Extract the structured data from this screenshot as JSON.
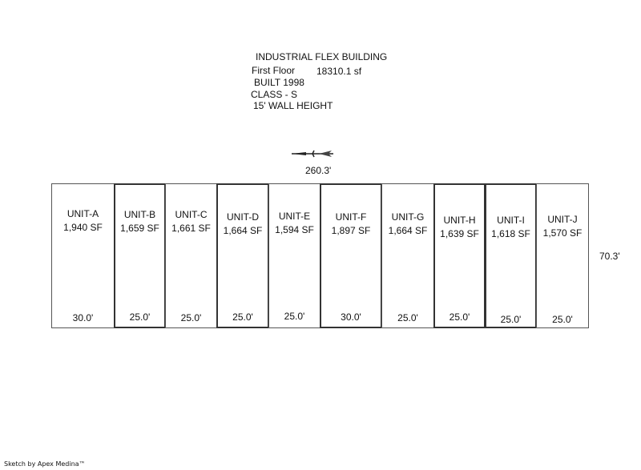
{
  "header": {
    "title": "INDUSTRIAL FLEX BUILDING",
    "floor_label": "First Floor",
    "floor_area": "18310.1 sf",
    "built": "BUILT 1998",
    "class": "CLASS - S",
    "wall_height": "15' WALL HEIGHT"
  },
  "dimensions": {
    "overall_width": "260.3'",
    "overall_depth": "70.3'"
  },
  "units": [
    {
      "name": "UNIT-A",
      "area": "1,940 SF",
      "width": "30.0'"
    },
    {
      "name": "UNIT-B",
      "area": "1,659 SF",
      "width": "25.0'"
    },
    {
      "name": "UNIT-C",
      "area": "1,661 SF",
      "width": "25.0'"
    },
    {
      "name": "UNIT-D",
      "area": "1,664 SF",
      "width": "25.0'"
    },
    {
      "name": "UNIT-E",
      "area": "1,594 SF",
      "width": "25.0'"
    },
    {
      "name": "UNIT-F",
      "area": "1,897 SF",
      "width": "30.0'"
    },
    {
      "name": "UNIT-G",
      "area": "1,664 SF",
      "width": "25.0'"
    },
    {
      "name": "UNIT-H",
      "area": "1,639 SF",
      "width": "25.0'"
    },
    {
      "name": "UNIT-I",
      "area": "1,618 SF",
      "width": "25.0'"
    },
    {
      "name": "UNIT-J",
      "area": "1,570 SF",
      "width": "25.0'"
    }
  ],
  "footer": "Sketch by Apex Medina™"
}
